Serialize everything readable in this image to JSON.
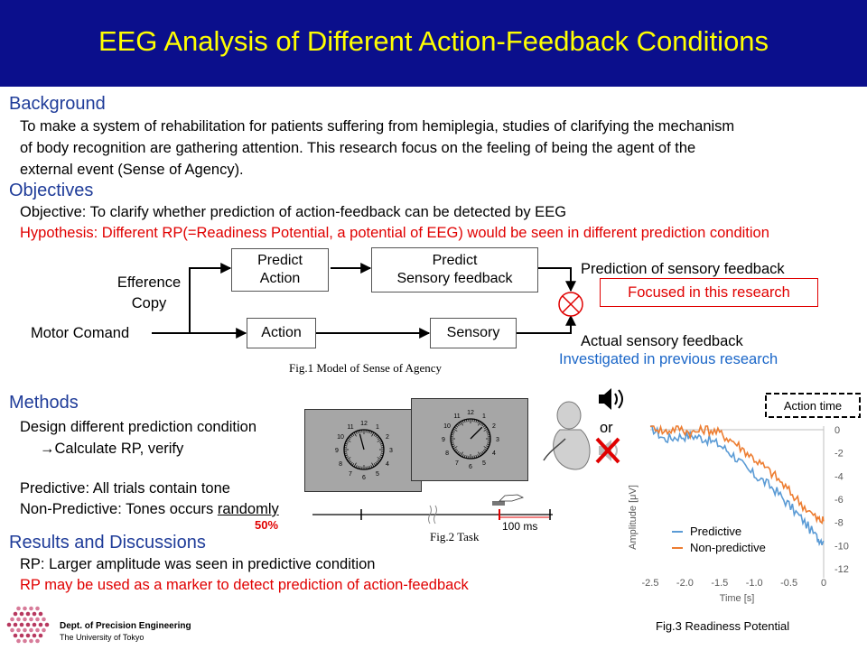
{
  "header": {
    "title": "EEG Analysis of Different Action-Feedback Conditions"
  },
  "background": {
    "heading": "Background",
    "lines": [
      "To make a system of rehabilitation for patients suffering from hemiplegia, studies of clarifying the mechanism",
      "of body recognition are gathering attention. This research focus on the feeling of being the agent of the",
      "external event (Sense of Agency)."
    ]
  },
  "objectives": {
    "heading": "Objectives",
    "objective": "Objective: To clarify whether prediction of action-feedback can be detected by EEG",
    "hypothesis": "Hypothesis: Different RP(=Readiness Potential, a potential of EEG) would be seen in different prediction condition"
  },
  "fig1": {
    "efference_line1": "Efference",
    "efference_line2": "Copy",
    "motor": "Motor Comand",
    "predict_action_1": "Predict",
    "predict_action_2": "Action",
    "predict_sensory_1": "Predict",
    "predict_sensory_2": "Sensory feedback",
    "action": "Action",
    "sensory": "Sensory",
    "prediction_label": "Prediction of sensory feedback",
    "focused": "Focused in this research",
    "actual_label": "Actual sensory feedback",
    "previous": "Investigated in previous research",
    "caption": "Fig.1 Model of Sense of Agency"
  },
  "methods": {
    "heading": "Methods",
    "line1": "Design different prediction condition",
    "line2": "→Calculate RP, verify",
    "predictive": "Predictive: All trials contain tone",
    "nonpredictive_prefix": "Non-Predictive: Tones occurs ",
    "nonpredictive_underlined": "randomly",
    "percent": "50%"
  },
  "fig2": {
    "clock_numbers": [
      "12",
      "1",
      "2",
      "3",
      "4",
      "5",
      "6",
      "7",
      "8",
      "9",
      "10",
      "11"
    ],
    "or": "or",
    "ms": "100 ms",
    "caption": "Fig.2 Task"
  },
  "results": {
    "heading": "Results and Discussions",
    "line1": "RP: Larger amplitude was seen in predictive condition",
    "line2": "RP may be used as a marker to detect prediction of action-feedback"
  },
  "logo": {
    "line1": "Dept. of Precision Engineering",
    "line2": "The University of Tokyo"
  },
  "chart_data": {
    "type": "line",
    "title": "",
    "annotation": "Action time",
    "xlabel": "Time [s]",
    "ylabel": "Amplitude [μV]",
    "xlim": [
      -2.5,
      0
    ],
    "ylim": [
      -12,
      0
    ],
    "x_ticks": [
      "-2.5",
      "-2.0",
      "-1.5",
      "-1.0",
      "-0.5",
      "0"
    ],
    "y_ticks": [
      "0",
      "-2",
      "-4",
      "-6",
      "-8",
      "-10",
      "-12"
    ],
    "legend_placement": "bottom-left",
    "colors": {
      "Predictive": "#5b9bd5",
      "Non-predictive": "#ed7d31"
    },
    "x": [
      -2.5,
      -2.3,
      -2.1,
      -1.9,
      -1.7,
      -1.5,
      -1.3,
      -1.1,
      -0.9,
      -0.7,
      -0.5,
      -0.3,
      -0.1,
      0
    ],
    "series": [
      {
        "name": "Predictive",
        "values": [
          0.3,
          -0.8,
          -0.6,
          -0.5,
          -0.8,
          -1.3,
          -2.2,
          -3.5,
          -4.3,
          -5.2,
          -6.5,
          -7.8,
          -9.3,
          -9.6
        ]
      },
      {
        "name": "Non-predictive",
        "values": [
          0.6,
          -0.2,
          0.2,
          -0.3,
          0.1,
          -0.3,
          -1.0,
          -2.0,
          -3.0,
          -4.0,
          -5.3,
          -6.5,
          -7.7,
          -7.9
        ]
      }
    ],
    "caption": "Fig.3 Readiness Potential"
  }
}
